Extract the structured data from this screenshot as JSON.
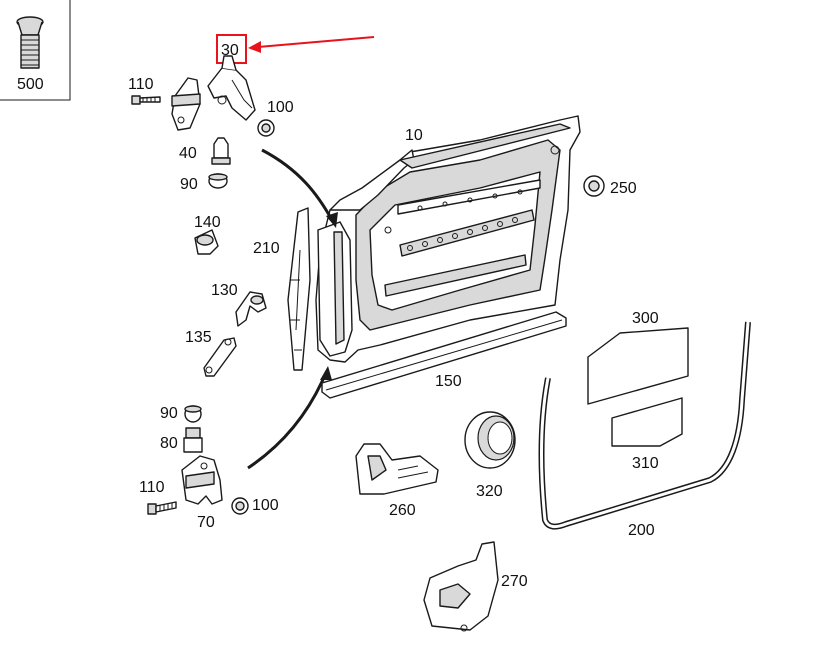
{
  "diagram": {
    "callout_labels": {
      "p500": "500",
      "p30": "30",
      "p110_top": "110",
      "p100_top": "100",
      "p40": "40",
      "p90_top": "90",
      "p10": "10",
      "p250": "250",
      "p140": "140",
      "p210": "210",
      "p130": "130",
      "p135": "135",
      "p150": "150",
      "p300": "300",
      "p310": "310",
      "p90_bottom": "90",
      "p80": "80",
      "p110_bottom": "110",
      "p100_bottom": "100",
      "p70": "70",
      "p260": "260",
      "p320": "320",
      "p200": "200",
      "p270": "270"
    },
    "highlight": {
      "label": "30",
      "box_color": "#e8131b",
      "arrow_color": "#e8131b"
    }
  }
}
